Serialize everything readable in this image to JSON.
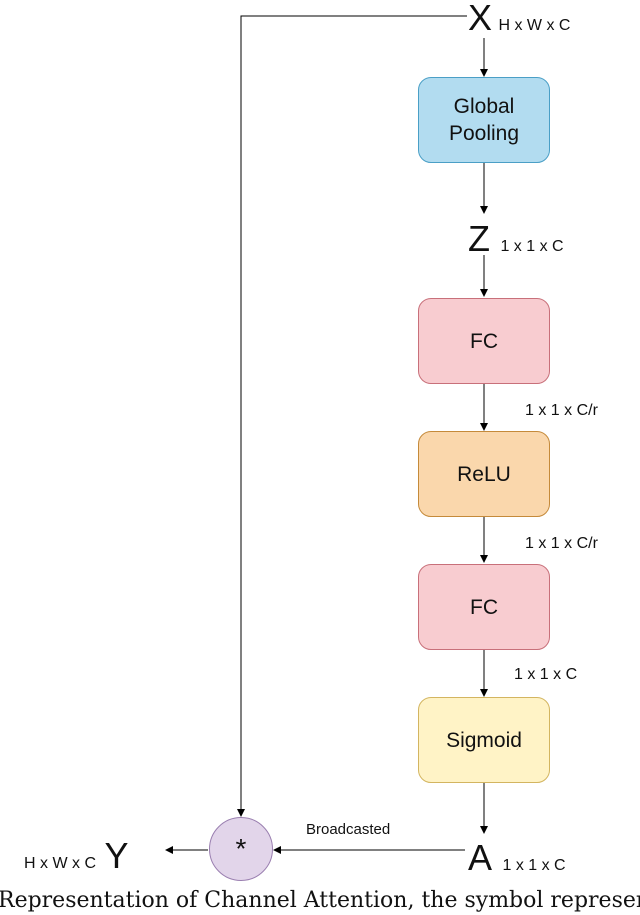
{
  "tensors": {
    "x": {
      "symbol": "X",
      "shape": "H x W x C"
    },
    "z": {
      "symbol": "Z",
      "shape": "1 x 1 x C"
    },
    "a": {
      "symbol": "A",
      "shape": "1 x 1 x C"
    },
    "y": {
      "symbol": "Y",
      "shape": "H x W x C"
    }
  },
  "blocks": {
    "global_pooling": "Global\nPooling",
    "fc1": "FC",
    "relu": "ReLU",
    "fc2": "FC",
    "sigmoid": "Sigmoid"
  },
  "edge_labels": {
    "fc1_to_relu": "1 x 1 x C/r",
    "relu_to_fc2": "1 x 1 x C/r",
    "fc2_to_sigmoid": "1 x 1 x C",
    "broadcast": "Broadcasted"
  },
  "operator": "*",
  "caption": "Representation of Channel Attention, the symbol represents"
}
